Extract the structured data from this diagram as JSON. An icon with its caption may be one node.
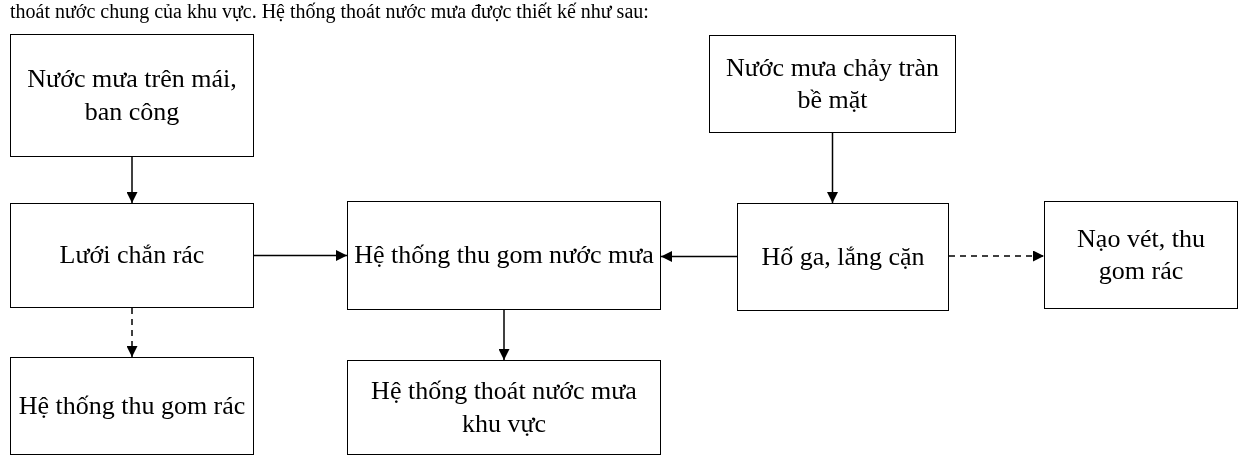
{
  "diagram": {
    "nodes": [
      {
        "text": [
          "Nước mưa trên mái, ban công"
        ]
      },
      {
        "text": [
          "Nước mưa chảy tràn bề mặt"
        ]
      },
      {
        "text": [
          "Lưới chắn rác"
        ]
      },
      {
        "text": [
          "Hệ thống thu gom nước mưa"
        ]
      },
      {
        "text": [
          "Hố ga, lắng cặn"
        ]
      },
      {
        "text": [
          "Nạo vét, thu gom rác"
        ]
      },
      {
        "text": [
          "Hệ thống thu gom rác"
        ]
      },
      {
        "text": [
          "Hệ thống thoát nước mưa khu vực"
        ]
      }
    ],
    "edges": [
      {
        "from": 0,
        "to": 2,
        "arrow": "to"
      },
      {
        "from": 1,
        "to": 4,
        "arrow": "to"
      },
      {
        "from": 2,
        "to": 3,
        "arrow": "to"
      },
      {
        "from": 4,
        "to": 3,
        "arrow": "to"
      },
      {
        "from": 4,
        "to": 5,
        "arrow": "to",
        "style": "dashed"
      },
      {
        "from": 2,
        "to": 6,
        "arrow": "to",
        "style": "dashed"
      },
      {
        "from": 3,
        "to": 7,
        "arrow": "to"
      }
    ],
    "labels": [
      "thoát nước chung của khu vực. Hệ thống thoát nước mưa được thiết kế như sau:"
    ]
  }
}
